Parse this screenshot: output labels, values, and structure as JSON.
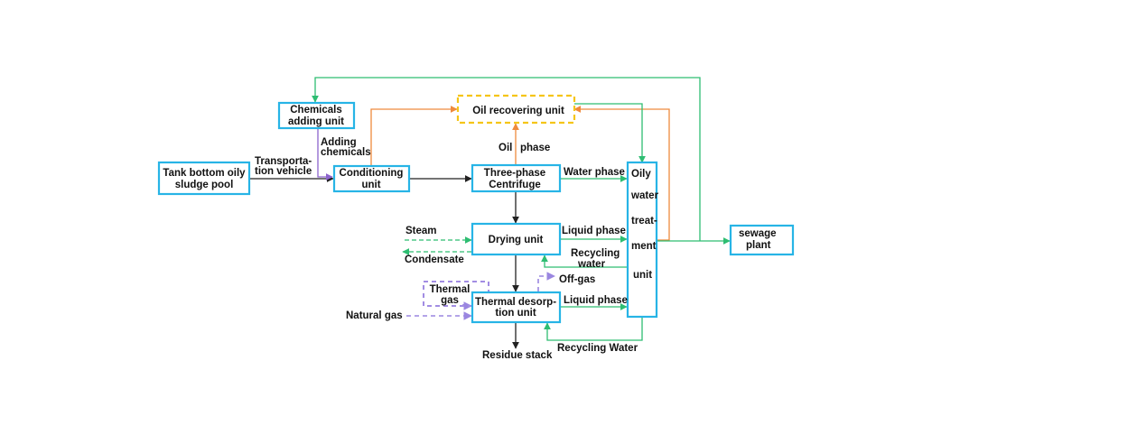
{
  "colors": {
    "box_border": "#27b4e6",
    "oil_recovery_border": "#f5c518",
    "thermal_gas_border": "#a28de3",
    "main_flow": "#222222",
    "water_flow": "#2ebd72",
    "oil_flow": "#ef8a3d",
    "chemical_flow": "#8c63cc",
    "gas_flow": "#9a86e0"
  },
  "nodes": {
    "tank": {
      "line1": "Tank bottom oily",
      "line2": "sludge pool"
    },
    "chemicals": {
      "line1": "Chemicals",
      "line2": "adding unit"
    },
    "conditioning": {
      "line1": "Conditioning",
      "line2": "unit"
    },
    "oil_recovering": {
      "label": "Oil recovering unit"
    },
    "centrifuge": {
      "line1": "Three-phase",
      "line2": "Centrifuge"
    },
    "drying": {
      "label": "Drying unit"
    },
    "thermal_desorption": {
      "line1": "Thermal desorp-",
      "line2": "tion unit"
    },
    "thermal_gas": {
      "line1": "Thermal",
      "line2": "gas"
    },
    "oily_water": {
      "line1": "Oily",
      "line2": "water",
      "line3": "treat-",
      "line4": "ment",
      "line5": "unit"
    },
    "sewage": {
      "line1": "sewage",
      "line2": "plant"
    }
  },
  "labels": {
    "transport": {
      "line1": "Transporta-",
      "line2": "tion vehicle"
    },
    "adding_chemicals": {
      "line1": "Adding",
      "line2": "chemicals"
    },
    "oil_phase": {
      "left": "Oil",
      "right": "phase"
    },
    "water_phase": "Water phase",
    "liquid_phase_drying": "Liquid phase",
    "recycling_water_drying": {
      "line1": "Recycling",
      "line2": "water"
    },
    "steam": "Steam",
    "condensate": "Condensate",
    "off_gas": "Off-gas",
    "liquid_phase_thermal": "Liquid phase",
    "natural_gas": "Natural gas",
    "recycling_water_thermal": "Recycling Water",
    "residue_stack": "Residue stack"
  }
}
